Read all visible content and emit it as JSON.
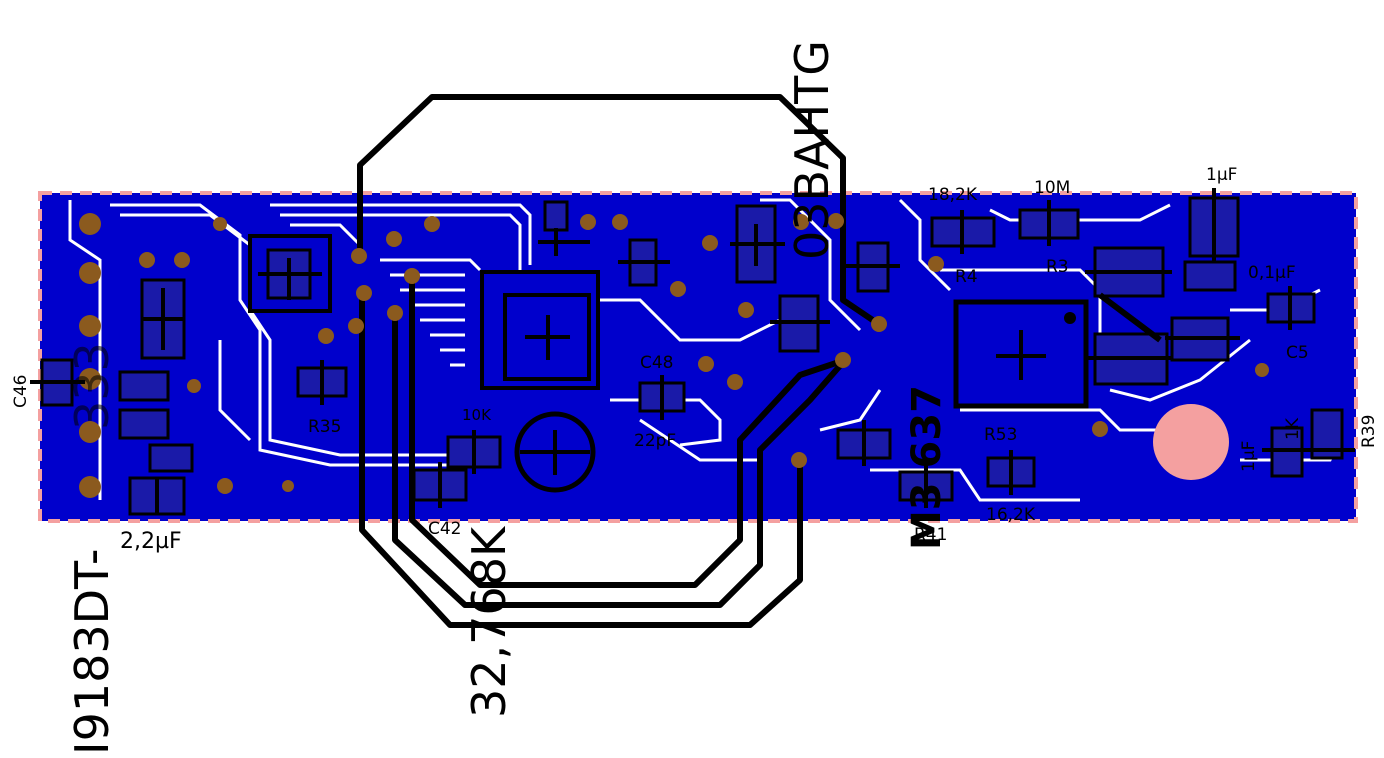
{
  "board": {
    "colors": {
      "copper_fill": "#0000cc",
      "outline_dash": "#f4a0a0",
      "pad": "#8b5a1e",
      "silkscreen": "#000000",
      "fiducial": "#f4a0a0"
    }
  },
  "labels": {
    "part_number": "I9183DT-",
    "part_tail": "333",
    "chip": "03BAHTG",
    "crystal": "32,768K",
    "c46": "C46",
    "cap_2u2": "2,2µF",
    "r35": "R35",
    "c42": "C42",
    "c48": "C48",
    "r_10k": "10K",
    "c_22pf": "22pF",
    "r_18k": "18,2K",
    "r_10m": "10M",
    "c_1uf_top": "1µF",
    "c_01uf": "0,1µF",
    "c5": "C5",
    "r4": "R4",
    "r3": "R3",
    "r53": "R53",
    "r_16k": "16,2K",
    "r41": "R41",
    "c_1uf_right": "1µF",
    "r39": "R39",
    "r_1k": "1K",
    "side_code": "M3 637"
  }
}
